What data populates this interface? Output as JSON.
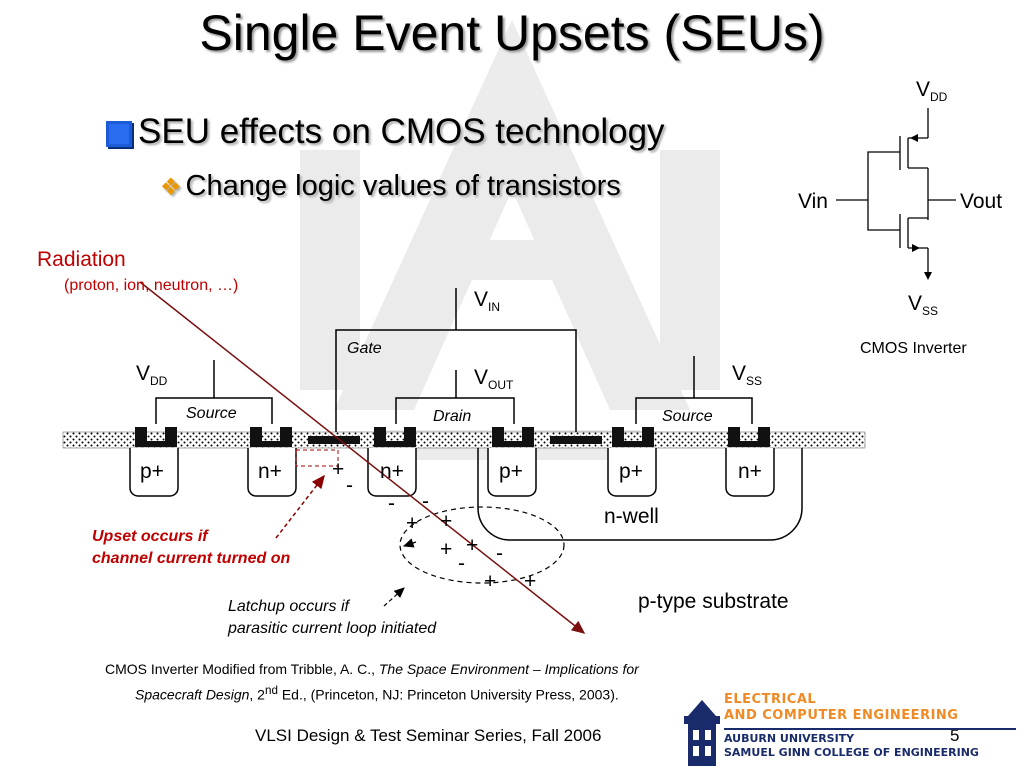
{
  "title": "Single Event Upsets (SEUs)",
  "bullet1": "SEU effects on CMOS technology",
  "bullet2": "Change logic values of transistors",
  "radiation": {
    "label": "Radiation",
    "detail": "(proton, ion, neutron, …)"
  },
  "transistor": {
    "vin_top": "V",
    "vin_top_sub": "IN",
    "gate": "Gate",
    "vdd": "V",
    "vdd_sub": "DD",
    "vout": "V",
    "vout_sub": "OUT",
    "vss": "V",
    "vss_sub": "SS",
    "source_left": "Source",
    "drain": "Drain",
    "source_right": "Source",
    "regions": [
      "p+",
      "n+",
      "n+",
      "p+",
      "p+",
      "n+"
    ],
    "nwell": "n-well",
    "substrate": "p-type substrate",
    "charges": [
      "+",
      "-",
      "-",
      "-",
      "+",
      "+",
      "+",
      "+",
      "-",
      "-",
      "+",
      "+"
    ]
  },
  "upset_note": {
    "line1": "Upset occurs if",
    "line2": "channel current turned on"
  },
  "latchup_note": {
    "line1": "Latchup occurs if",
    "line2": "parasitic current loop initiated"
  },
  "inverter": {
    "vdd": "V",
    "vdd_sub": "DD",
    "vin": "Vin",
    "vout": "Vout",
    "vss": "V",
    "vss_sub": "SS",
    "caption": "CMOS Inverter"
  },
  "citation": {
    "pre": "CMOS Inverter Modified from Tribble, A. C., ",
    "book1": "The Space Environment – Implications for",
    "book2": "Spacecraft Design",
    "edition_num": ", 2",
    "edition_sup": "nd",
    "post": " Ed., (Princeton, NJ:  Princeton University Press, 2003)."
  },
  "footer": "VLSI Design & Test Seminar Series, Fall 2006",
  "page_number": "5",
  "logo": {
    "line1": "ELECTRICAL",
    "line2": "AND COMPUTER ENGINEERING",
    "line3": "AUBURN UNIVERSITY",
    "line4": "SAMUEL GINN COLLEGE OF ENGINEERING"
  },
  "colors": {
    "accent_blue": "#2a6df0",
    "red": "#c00000",
    "orange": "#e89900",
    "logo_orange": "#f08a24",
    "logo_navy": "#1a2b6b"
  }
}
